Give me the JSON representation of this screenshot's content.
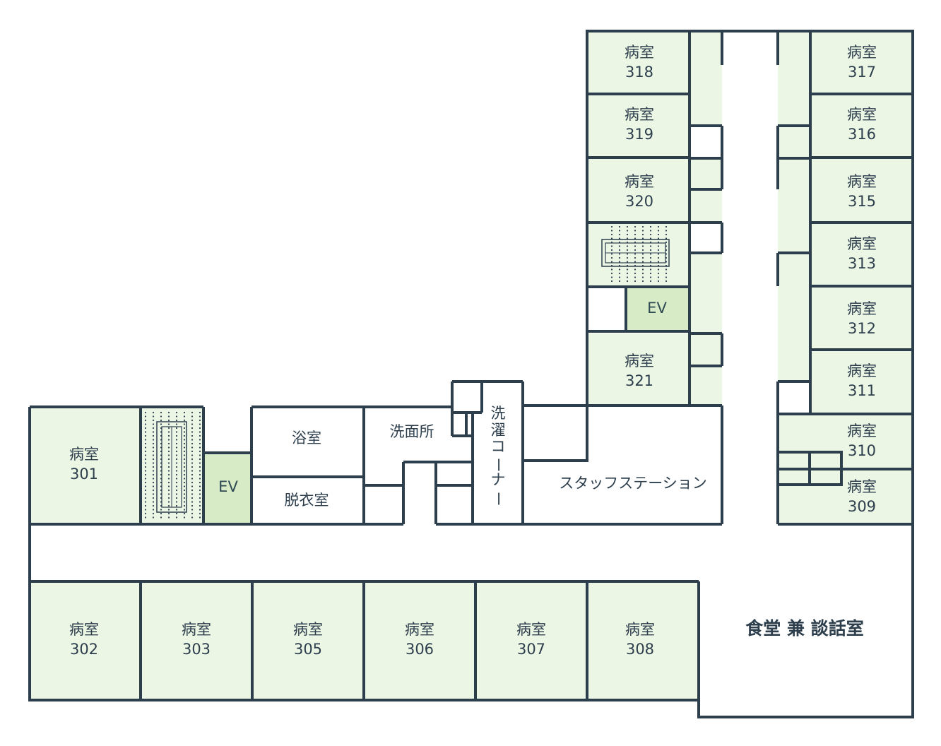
{
  "colors": {
    "room_fill": "#ecf6e5",
    "ev_fill": "#d7ecc6",
    "wall": "#2d3e4d",
    "text": "#2d3e4d"
  },
  "rooms": [
    {
      "id": "301",
      "l1": "病室",
      "l2": "301"
    },
    {
      "id": "302",
      "l1": "病室",
      "l2": "302"
    },
    {
      "id": "303",
      "l1": "病室",
      "l2": "303"
    },
    {
      "id": "305",
      "l1": "病室",
      "l2": "305"
    },
    {
      "id": "306",
      "l1": "病室",
      "l2": "306"
    },
    {
      "id": "307",
      "l1": "病室",
      "l2": "307"
    },
    {
      "id": "308",
      "l1": "病室",
      "l2": "308"
    },
    {
      "id": "309",
      "l1": "病室",
      "l2": "309"
    },
    {
      "id": "310",
      "l1": "病室",
      "l2": "310"
    },
    {
      "id": "311",
      "l1": "病室",
      "l2": "311"
    },
    {
      "id": "312",
      "l1": "病室",
      "l2": "312"
    },
    {
      "id": "313",
      "l1": "病室",
      "l2": "313"
    },
    {
      "id": "315",
      "l1": "病室",
      "l2": "315"
    },
    {
      "id": "316",
      "l1": "病室",
      "l2": "316"
    },
    {
      "id": "317",
      "l1": "病室",
      "l2": "317"
    },
    {
      "id": "318",
      "l1": "病室",
      "l2": "318"
    },
    {
      "id": "319",
      "l1": "病室",
      "l2": "319"
    },
    {
      "id": "320",
      "l1": "病室",
      "l2": "320"
    },
    {
      "id": "321",
      "l1": "病室",
      "l2": "321"
    }
  ],
  "facilities": {
    "bath": "浴室",
    "dressing": "脱衣室",
    "washroom": "洗面所",
    "laundry": [
      "洗",
      "濯",
      "コ",
      "ー",
      "ナ",
      "ー"
    ],
    "staff_station": "スタッフステーション",
    "dining": "食堂 兼 談話室",
    "ev_west": "EV",
    "ev_north": "EV"
  }
}
